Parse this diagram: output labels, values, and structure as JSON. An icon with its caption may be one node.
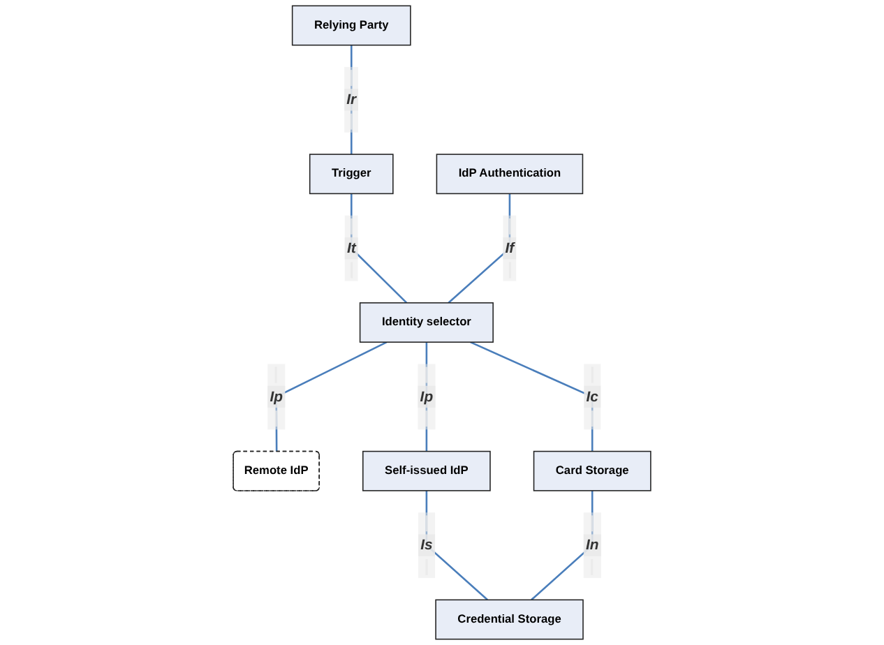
{
  "diagram": {
    "nodes": [
      {
        "text": [
          "Relying Party"
        ]
      },
      {
        "text": [
          "IdP Authentication"
        ]
      },
      {
        "text": [
          "Remote IdP"
        ]
      },
      {
        "text": [
          "Trigger"
        ]
      },
      {
        "text": [
          "Identity selector"
        ]
      },
      {
        "text": [
          "Self-issued IdP"
        ]
      },
      {
        "text": [
          "Card Storage"
        ]
      },
      {
        "text": [
          "Credential Storage"
        ]
      }
    ],
    "edges": [
      {
        "from": 0,
        "to": 3,
        "arrow": "none",
        "label": "Ir"
      },
      {
        "from": 3,
        "to": 4,
        "arrow": "none",
        "label": "It"
      },
      {
        "from": 1,
        "to": 4,
        "arrow": "none",
        "label": "If"
      },
      {
        "from": 4,
        "to": 2,
        "arrow": "none",
        "label": "Ip"
      },
      {
        "from": 4,
        "to": 5,
        "arrow": "none",
        "label": "Ip"
      },
      {
        "from": 4,
        "to": 6,
        "arrow": "none",
        "label": "Ic"
      },
      {
        "from": 5,
        "to": 7,
        "arrow": "none",
        "label": "Is"
      },
      {
        "from": 6,
        "to": 7,
        "arrow": "none",
        "label": "In"
      }
    ]
  }
}
